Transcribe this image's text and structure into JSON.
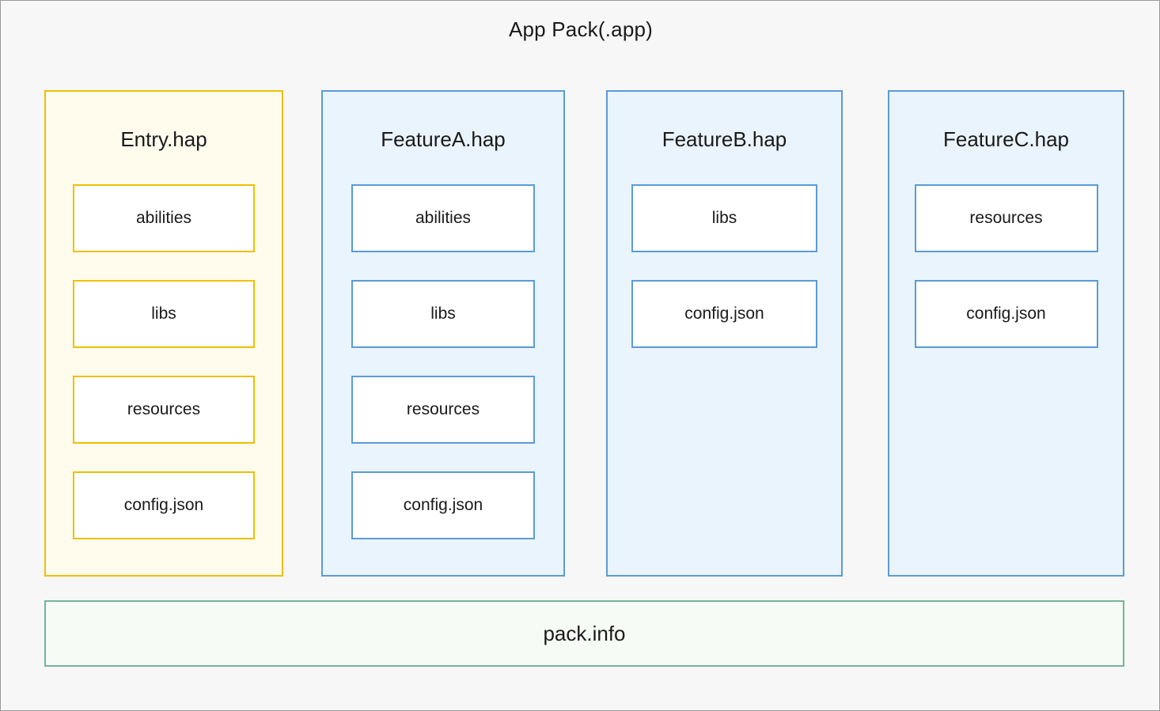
{
  "diagram": {
    "title": "App Pack(.app)",
    "type": "package-structure-diagram",
    "colors": {
      "frame_border": "#9a9a9a",
      "frame_background": "#f7f7f7",
      "entry_border": "#efc000",
      "entry_fill": "#fffcee",
      "feature_border": "#5b9bd5",
      "feature_fill": "#eaf4fd",
      "packinfo_border": "#72b49c",
      "packinfo_fill": "#f7fbf5",
      "item_fill": "#ffffff",
      "text": "#1a1a1a"
    },
    "columns": [
      {
        "title": "Entry.hap",
        "theme": "yellow",
        "items": [
          {
            "label": "abilities"
          },
          {
            "label": "libs"
          },
          {
            "label": "resources"
          },
          {
            "label": "config.json"
          }
        ]
      },
      {
        "title": "FeatureA.hap",
        "theme": "blue",
        "items": [
          {
            "label": "abilities"
          },
          {
            "label": "libs"
          },
          {
            "label": "resources"
          },
          {
            "label": "config.json"
          }
        ]
      },
      {
        "title": "FeatureB.hap",
        "theme": "blue",
        "items": [
          {
            "label": "libs"
          },
          {
            "label": "config.json"
          }
        ]
      },
      {
        "title": "FeatureC.hap",
        "theme": "blue",
        "items": [
          {
            "label": "resources"
          },
          {
            "label": "config.json"
          }
        ]
      }
    ],
    "footer": {
      "label": "pack.info"
    }
  }
}
